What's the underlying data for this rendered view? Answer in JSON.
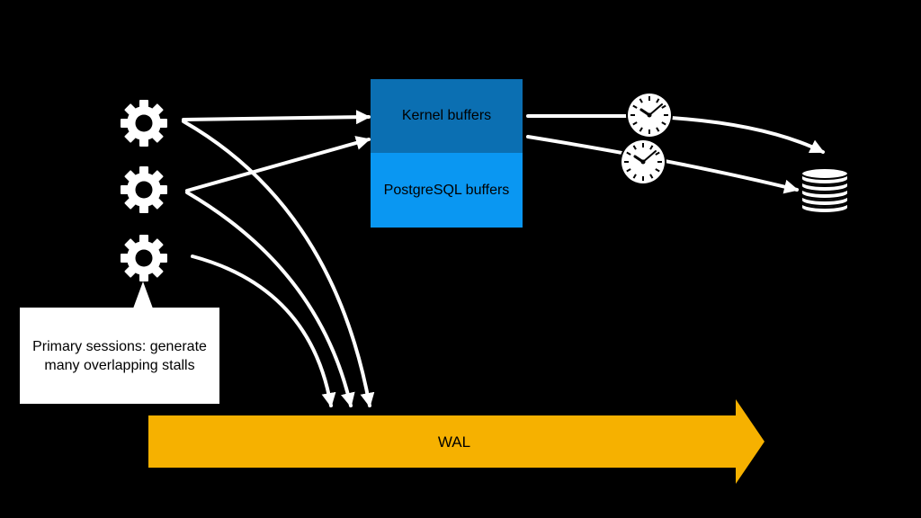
{
  "boxes": {
    "kernel": {
      "label": "Kernel buffers",
      "color": "#0b6fb2"
    },
    "postgres": {
      "label": "PostgreSQL buffers",
      "color": "#0a97f2"
    }
  },
  "wal": {
    "label": "WAL",
    "color": "#f6b100"
  },
  "callout": {
    "line1": "Primary sessions: generate",
    "line2": "many overlapping stalls"
  },
  "icons": [
    "gear-icon",
    "gear-icon",
    "gear-icon",
    "clock-icon",
    "clock-icon",
    "database-icon"
  ],
  "colors": {
    "background": "#000000",
    "arrows": "#ffffff",
    "callout_bg": "#ffffff"
  }
}
